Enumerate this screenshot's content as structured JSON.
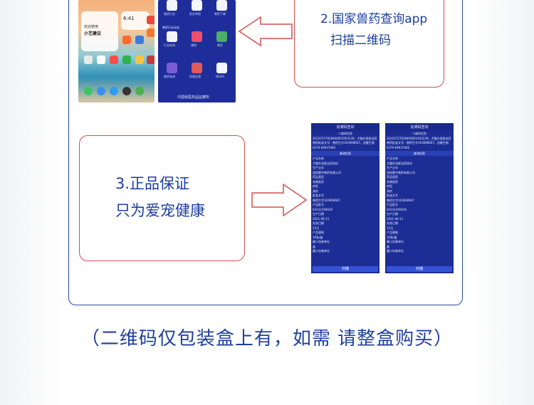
{
  "step2": {
    "line1": "2.国家兽药查询app",
    "line2": "扫描二维码"
  },
  "step3": {
    "line1": "3.正品保证",
    "line2": "只为爱宠健康"
  },
  "footer": "（二维码仅包装盒上有，如需 请整盒购买）",
  "phone_home": {
    "time": "6:41",
    "widget_text1": "欢迎使用",
    "widget_text2": "小艺建议"
  },
  "phone_blue": {
    "section_label": "兽药行业动态",
    "footer_label": "中国兽医药品监察所",
    "apps": [
      "兽药行业",
      "投诉举报",
      "兽药下载",
      "行业新闻",
      "通知",
      "兽药",
      "兽药查询",
      "质量追溯",
      "NEWS"
    ]
  },
  "result_phone": {
    "title": "追溯码查询",
    "qr_header": "二维码信息",
    "qr_line": "20210727028460001903239，犬猫外用驱虫药",
    "qr_line2": "兽药批准文号：兽药生字163698667，回春生物",
    "phone": "0379-69937666",
    "section_title": "查询信息",
    "fields": [
      {
        "label": "产品名称",
        "value": "犬猫外用驱虫药测试"
      },
      {
        "label": "生产企业",
        "value": "洛阳惠中兽药有限公司"
      },
      {
        "label": "药品类型",
        "value": "非兽医药"
      },
      {
        "label": "剂型",
        "value": "滴剂"
      },
      {
        "label": "批准文号",
        "value": "兽药生字163698667"
      },
      {
        "label": "产品批号",
        "value": "04141290030"
      },
      {
        "label": "生产日期",
        "value": "2021-06-11"
      },
      {
        "label": "失效日期",
        "value": "12月"
      },
      {
        "label": "产品规格",
        "value": "10条/盒"
      },
      {
        "label": "最小包装单位",
        "value": "盒"
      },
      {
        "label": "最小包装单位",
        "value": ""
      }
    ],
    "button": "扫描"
  }
}
